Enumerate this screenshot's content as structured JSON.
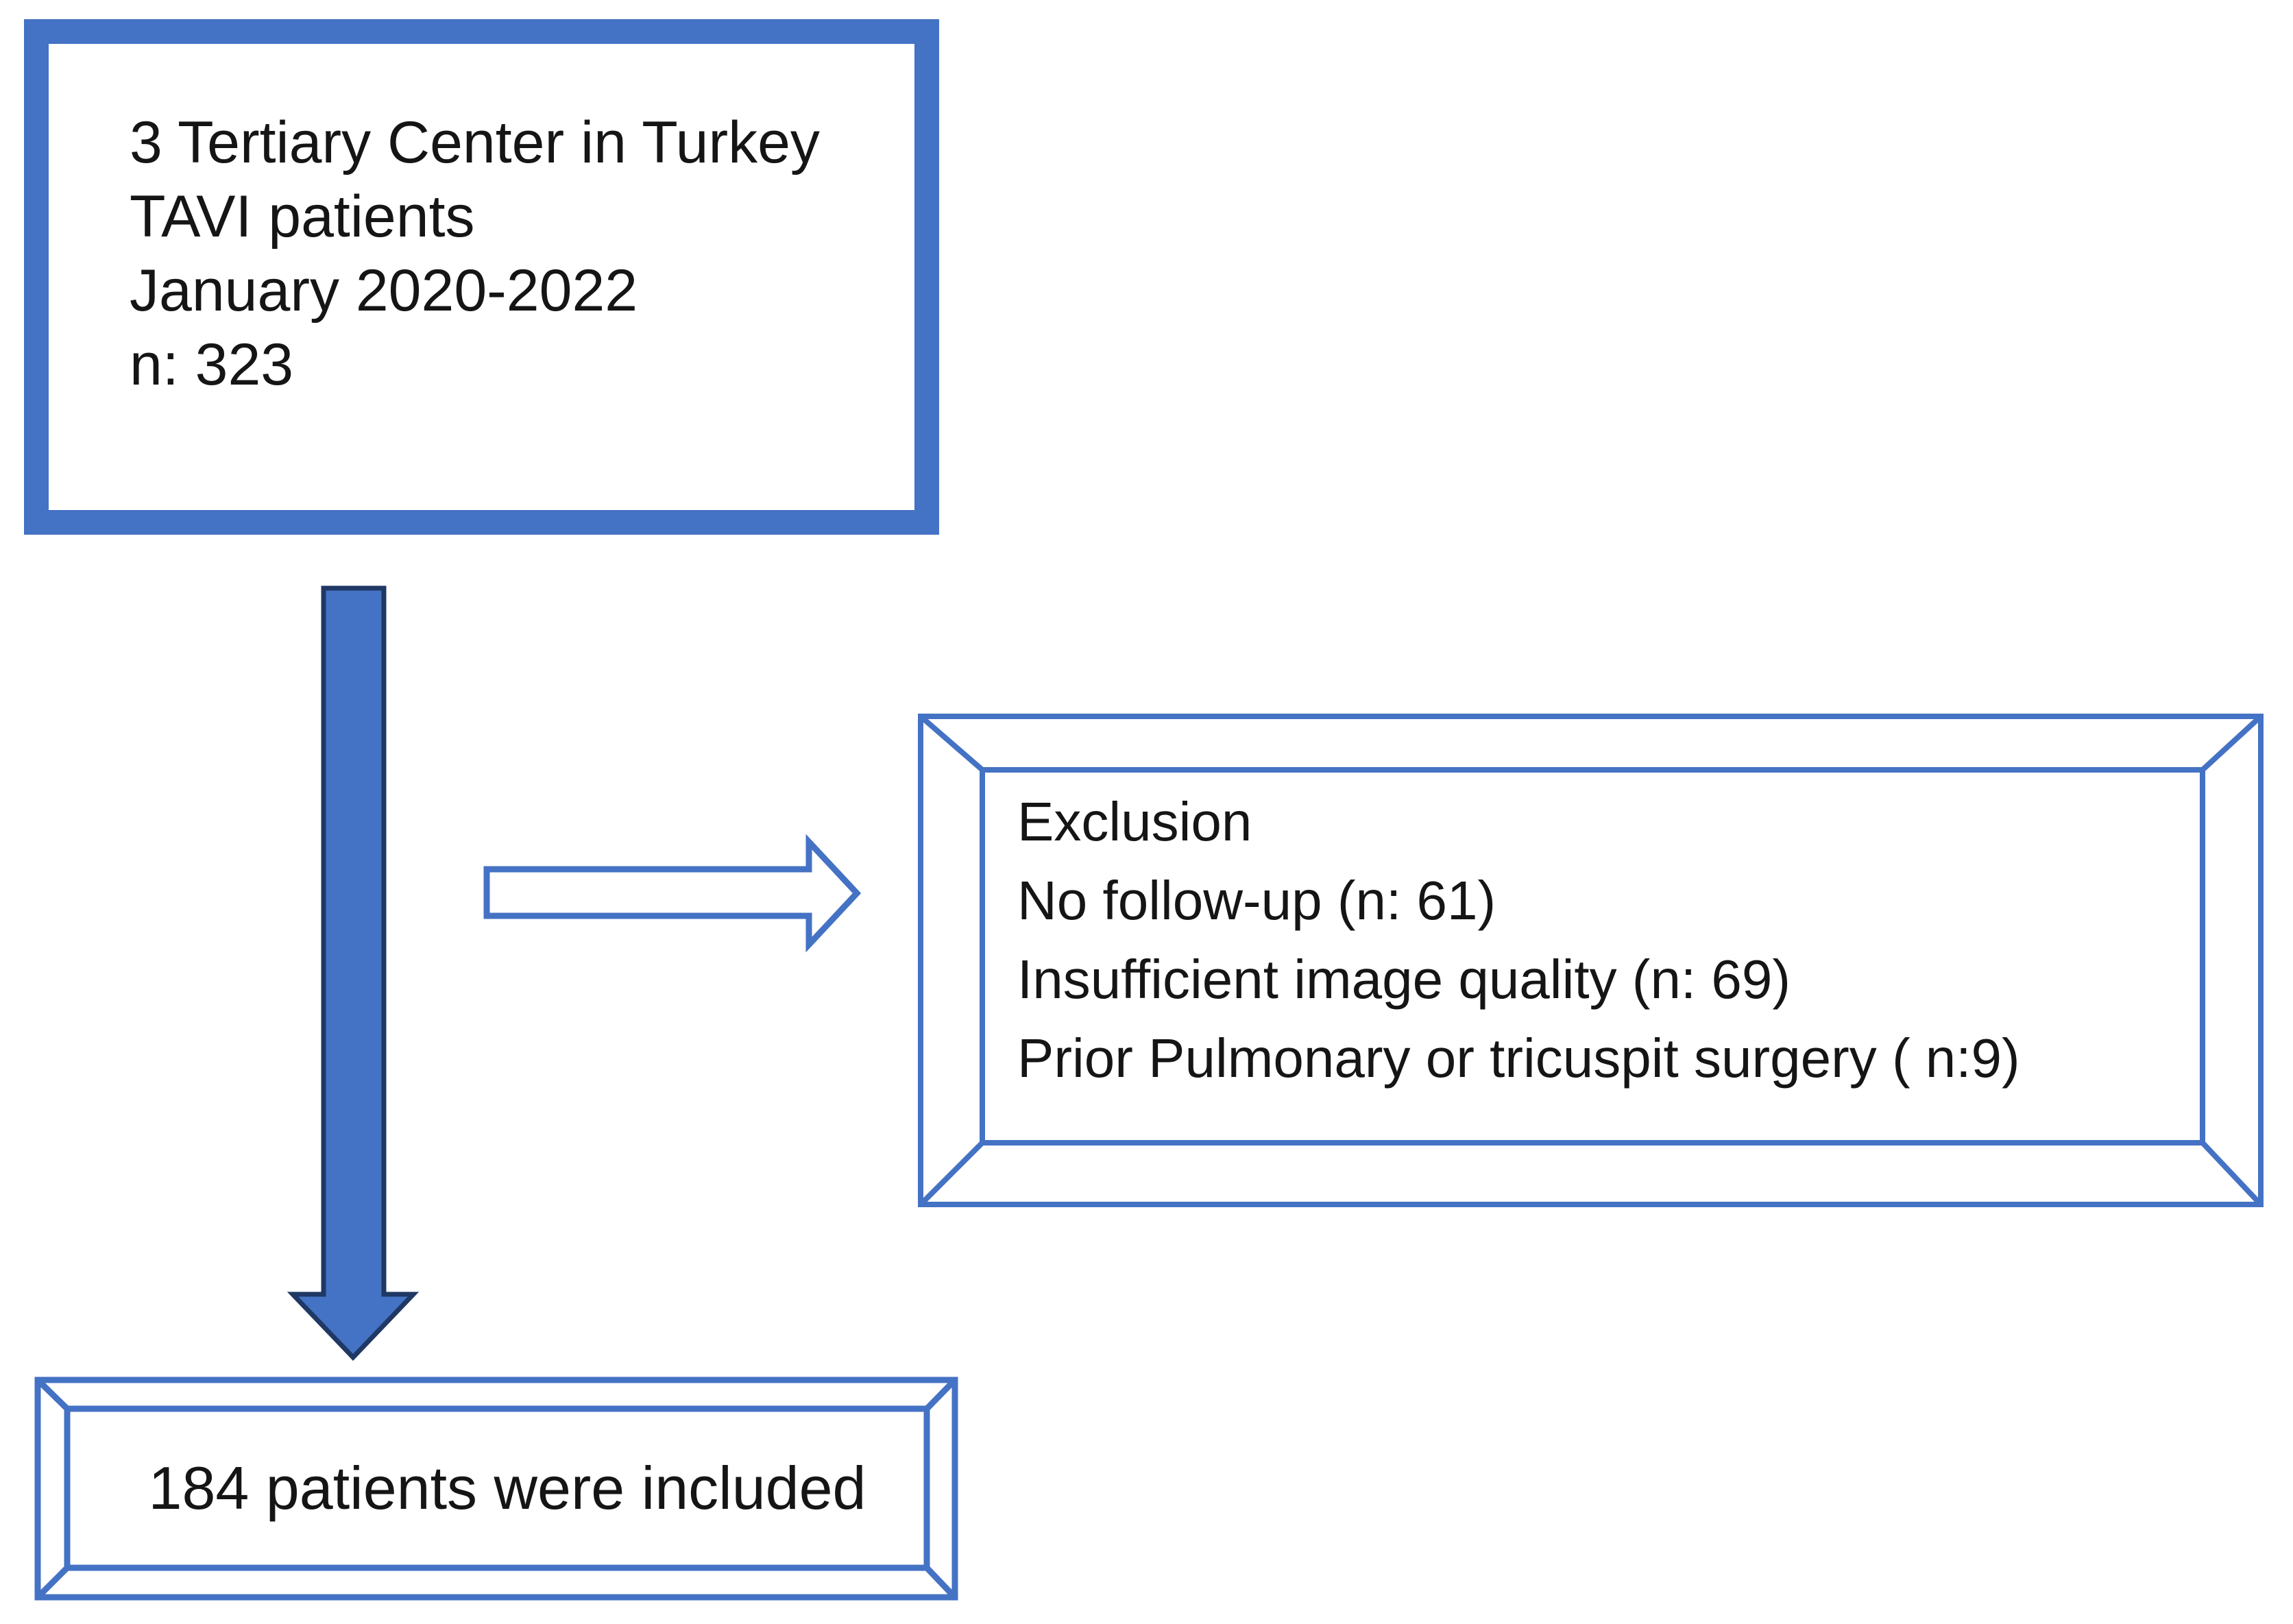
{
  "colors": {
    "accent": "#4472C4",
    "accent_dark": "#1F3864",
    "text": "#151515",
    "background": "#FFFFFF"
  },
  "flowchart": {
    "source_box": {
      "lines": [
        "3 Tertiary Center in Turkey",
        "TAVI patients",
        "January 2020-2022",
        "n: 323"
      ]
    },
    "exclusion_box": {
      "lines": [
        "Exclusion",
        "No follow-up (n: 61)",
        "Insufficient image quality (n: 69)",
        "Prior Pulmonary or tricuspit surgery ( n:9)"
      ]
    },
    "result_box": {
      "text": "184 patients were included"
    },
    "connectors": {
      "down_arrow": {
        "icon": "down-arrow-icon",
        "style": "filled"
      },
      "right_arrow": {
        "icon": "right-arrow-icon",
        "style": "outline"
      }
    }
  }
}
